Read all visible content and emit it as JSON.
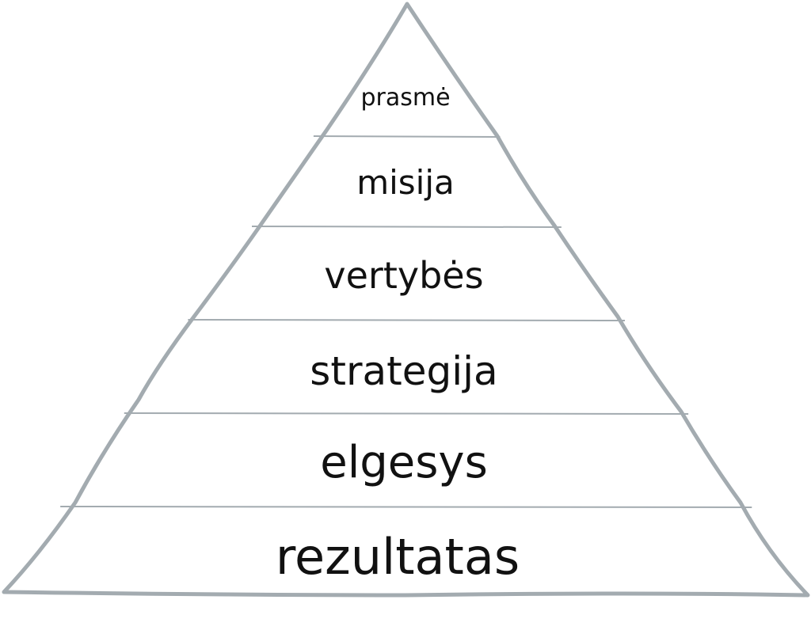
{
  "pyramid": {
    "levels": [
      "prasmė",
      "misija",
      "vertybės",
      "strategija",
      "elgesys",
      "rezultatas"
    ],
    "stroke_color": "#a3abb0",
    "text_color": "#111111"
  }
}
